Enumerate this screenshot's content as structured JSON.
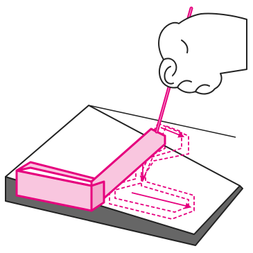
{
  "illustration": {
    "subject": "hand-using-stylus-on-pink-l-shaped-object",
    "colors": {
      "accent": "#e6007e",
      "accent_fill": "#f9c6df",
      "accent_fill_dark": "#f3a9cc",
      "line": "#222222",
      "block_side": "#666666",
      "background": "#ffffff"
    },
    "icons": [
      "hand-icon",
      "stylus-icon",
      "dashed-outline",
      "direction-arrow"
    ]
  }
}
